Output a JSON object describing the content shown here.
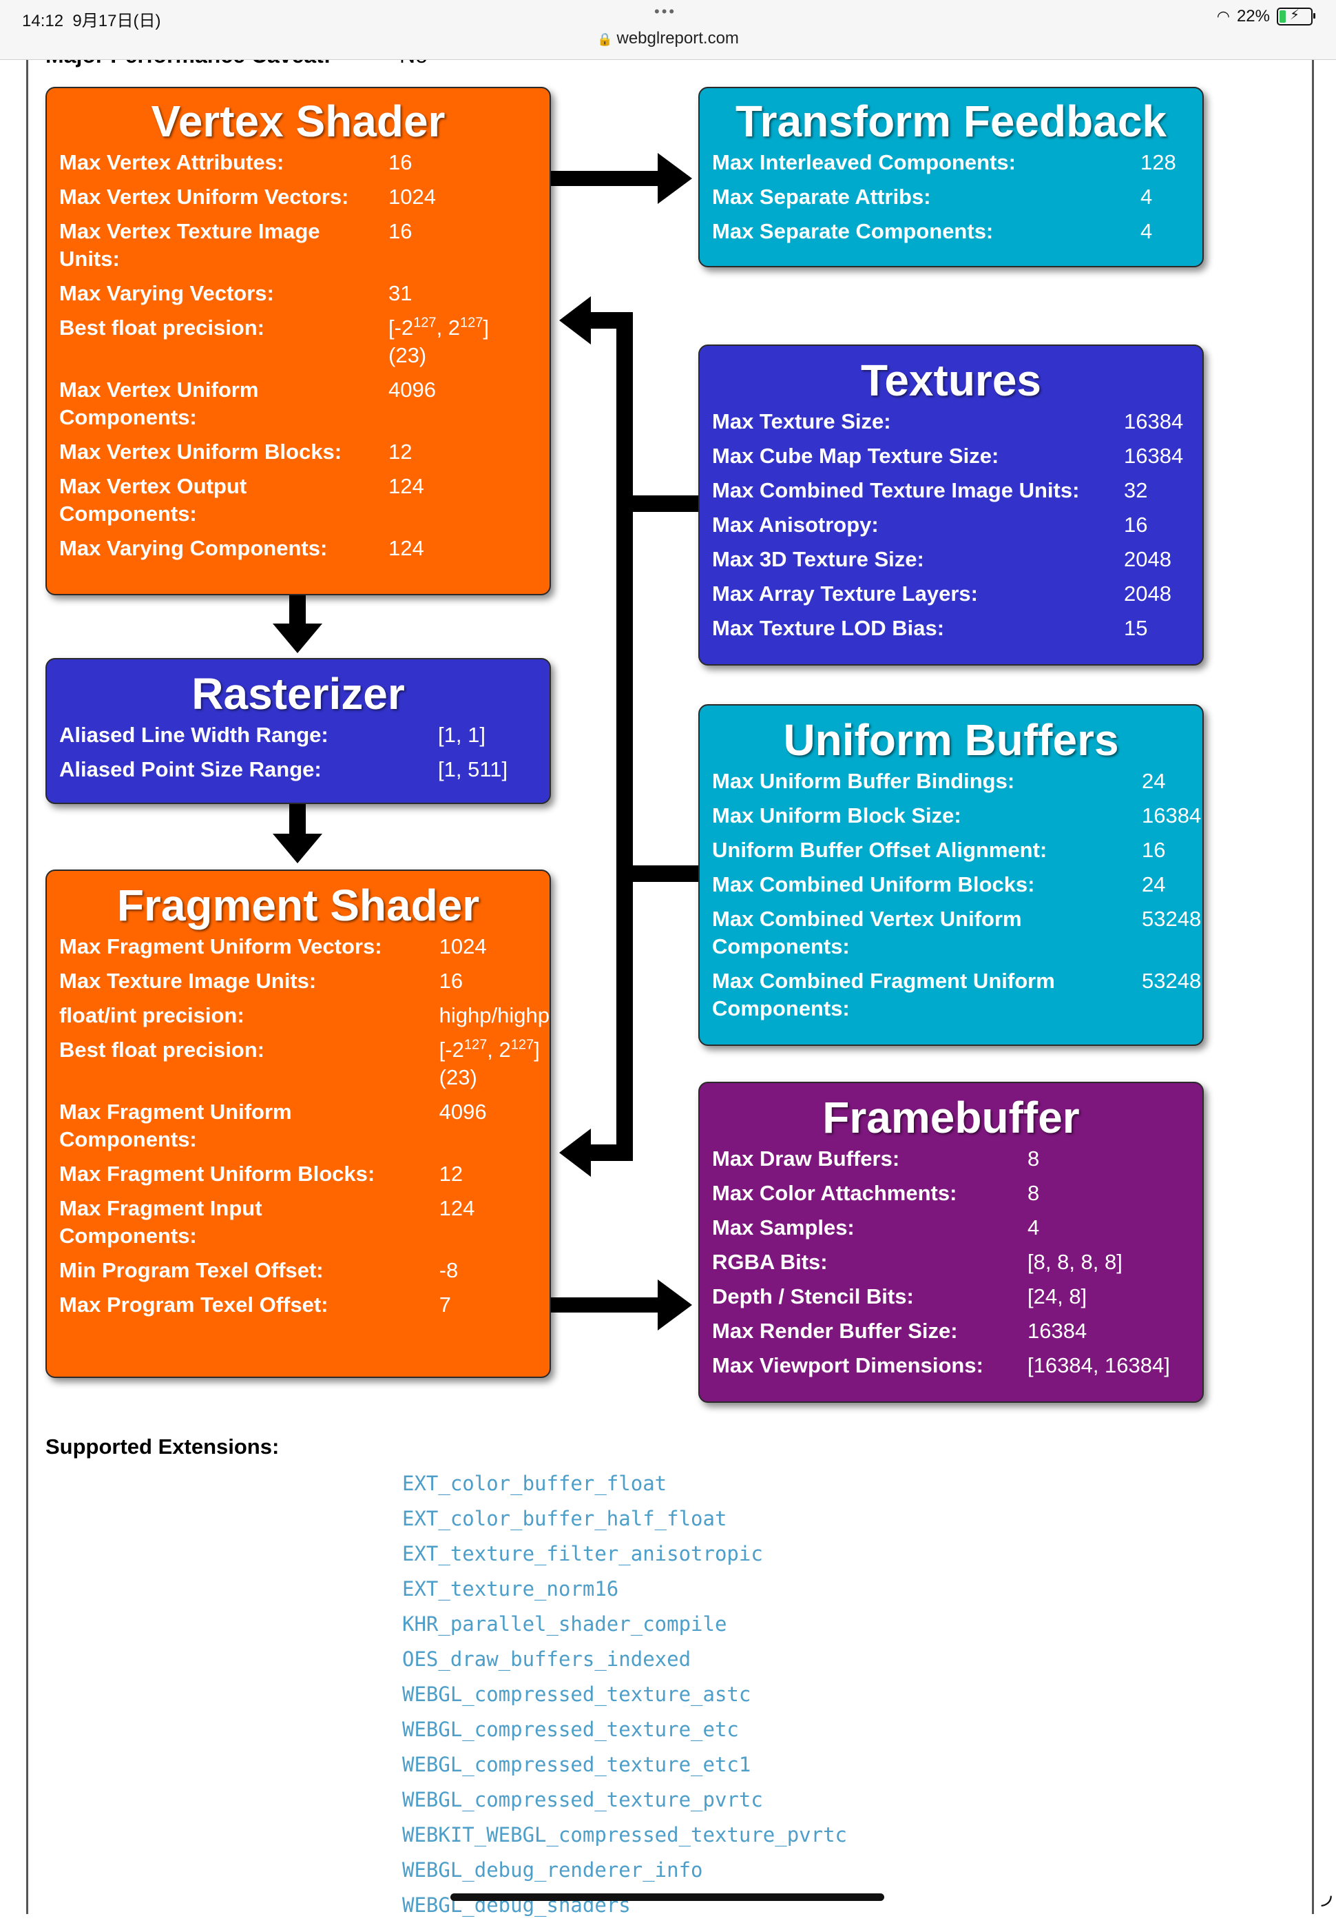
{
  "status_bar": {
    "time": "14:12",
    "date": "9月17日(日)",
    "battery": "22%",
    "battery_level": 0.22,
    "url": "webglreport.com"
  },
  "caveat": {
    "label": "Major Performance Caveat:",
    "value": "No"
  },
  "colors": {
    "orange": "#ff6600",
    "blue": "#3333cc",
    "cyan": "#00aacc",
    "purple": "#7d167d",
    "link": "#4d9ec9"
  },
  "vertex_shader": {
    "title": "Vertex Shader",
    "rows": [
      {
        "k": "Max Vertex Attributes:",
        "v": "16"
      },
      {
        "k": "Max Vertex Uniform Vectors:",
        "v": "1024"
      },
      {
        "k": "Max Vertex Texture Image Units:",
        "v": "16"
      },
      {
        "k": "Max Varying Vectors:",
        "v": "31"
      },
      {
        "k": "Best float precision:",
        "v_a": "[-2",
        "sup1": "127",
        "v_b": ", 2",
        "sup2": "127",
        "v_c": "]",
        "v_d": "(23)"
      },
      {
        "k": "Max Vertex Uniform Components:",
        "v": "4096"
      },
      {
        "k": "Max Vertex Uniform Blocks:",
        "v": "12"
      },
      {
        "k": "Max Vertex Output Components:",
        "v": "124"
      },
      {
        "k": "Max Varying Components:",
        "v": "124"
      }
    ]
  },
  "rasterizer": {
    "title": "Rasterizer",
    "rows": [
      {
        "k": "Aliased Line Width Range:",
        "v": "[1, 1]"
      },
      {
        "k": "Aliased Point Size Range:",
        "v": "[1, 511]"
      }
    ]
  },
  "fragment_shader": {
    "title": "Fragment Shader",
    "rows": [
      {
        "k": "Max Fragment Uniform Vectors:",
        "v": "1024"
      },
      {
        "k": "Max Texture Image Units:",
        "v": "16"
      },
      {
        "k": "float/int precision:",
        "v": "highp/highp"
      },
      {
        "k": "Best float precision:",
        "v_a": "[-2",
        "sup1": "127",
        "v_b": ", 2",
        "sup2": "127",
        "v_c": "]",
        "v_d": "(23)"
      },
      {
        "k": "Max Fragment Uniform Components:",
        "v": "4096"
      },
      {
        "k": "Max Fragment Uniform Blocks:",
        "v": "12"
      },
      {
        "k": "Max Fragment Input Components:",
        "v": "124"
      },
      {
        "k": "Min Program Texel Offset:",
        "v": "-8"
      },
      {
        "k": "Max Program Texel Offset:",
        "v": "7"
      }
    ]
  },
  "transform_feedback": {
    "title": "Transform Feedback",
    "rows": [
      {
        "k": "Max Interleaved Components:",
        "v": "128"
      },
      {
        "k": "Max Separate Attribs:",
        "v": "4"
      },
      {
        "k": "Max Separate Components:",
        "v": "4"
      }
    ]
  },
  "textures": {
    "title": "Textures",
    "rows": [
      {
        "k": "Max Texture Size:",
        "v": "16384"
      },
      {
        "k": "Max Cube Map Texture Size:",
        "v": "16384"
      },
      {
        "k": "Max Combined Texture Image Units:",
        "v": "32"
      },
      {
        "k": "Max Anisotropy:",
        "v": "16"
      },
      {
        "k": "Max 3D Texture Size:",
        "v": "2048"
      },
      {
        "k": "Max Array Texture Layers:",
        "v": "2048"
      },
      {
        "k": "Max Texture LOD Bias:",
        "v": "15"
      }
    ]
  },
  "uniform_buffers": {
    "title": "Uniform Buffers",
    "rows": [
      {
        "k": "Max Uniform Buffer Bindings:",
        "v": "24"
      },
      {
        "k": "Max Uniform Block Size:",
        "v": "16384"
      },
      {
        "k": "Uniform Buffer Offset Alignment:",
        "v": "16"
      },
      {
        "k": "Max Combined Uniform Blocks:",
        "v": "24"
      },
      {
        "k": "Max Combined Vertex Uniform Components:",
        "v": "53248"
      },
      {
        "k": "Max Combined Fragment Uniform Components:",
        "v": "53248"
      }
    ]
  },
  "framebuffer": {
    "title": "Framebuffer",
    "rows": [
      {
        "k": "Max Draw Buffers:",
        "v": "8"
      },
      {
        "k": "Max Color Attachments:",
        "v": "8"
      },
      {
        "k": "Max Samples:",
        "v": "4"
      },
      {
        "k": "RGBA Bits:",
        "v": "[8, 8, 8, 8]"
      },
      {
        "k": "Depth / Stencil Bits:",
        "v": "[24, 8]"
      },
      {
        "k": "Max Render Buffer Size:",
        "v": "16384"
      },
      {
        "k": "Max Viewport Dimensions:",
        "v": "[16384, 16384]"
      }
    ]
  },
  "extensions": {
    "label": "Supported Extensions:",
    "items": [
      "EXT_color_buffer_float",
      "EXT_color_buffer_half_float",
      "EXT_texture_filter_anisotropic",
      "EXT_texture_norm16",
      "KHR_parallel_shader_compile",
      "OES_draw_buffers_indexed",
      "WEBGL_compressed_texture_astc",
      "WEBGL_compressed_texture_etc",
      "WEBGL_compressed_texture_etc1",
      "WEBGL_compressed_texture_pvrtc",
      "WEBKIT_WEBGL_compressed_texture_pvrtc",
      "WEBGL_debug_renderer_info",
      "WEBGL_debug_shaders"
    ]
  }
}
